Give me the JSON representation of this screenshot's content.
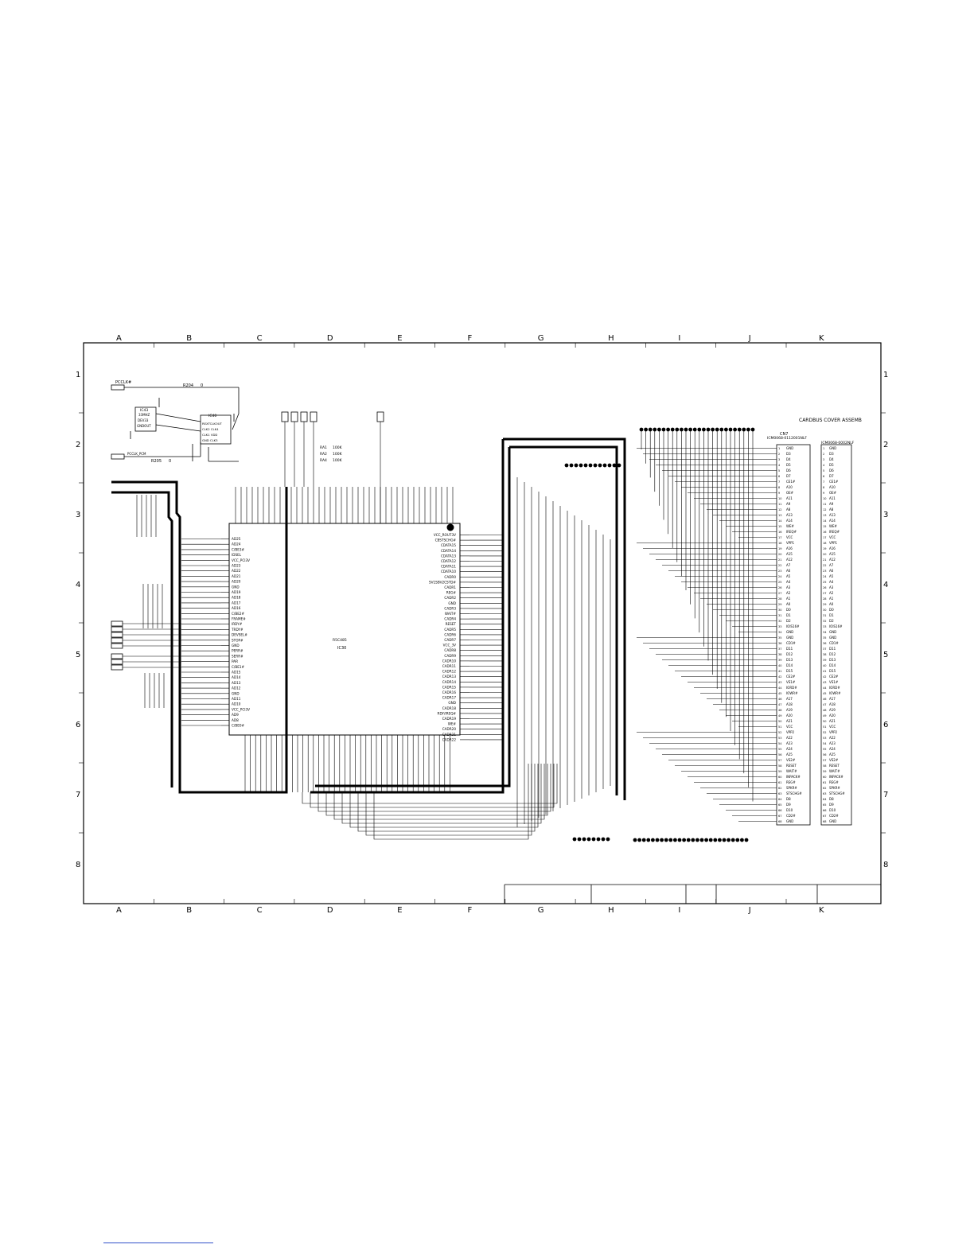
{
  "columns": [
    "A",
    "B",
    "C",
    "D",
    "E",
    "F",
    "G",
    "H",
    "I",
    "J",
    "K"
  ],
  "rows": [
    "1",
    "2",
    "3",
    "4",
    "5",
    "6",
    "7",
    "8"
  ],
  "main_ic": {
    "part": "R5C485",
    "ref": "IC30"
  },
  "clock_ic": {
    "ref": "IC40",
    "pins_left": [
      "REXTCLKOUT",
      "CLK2  CLK4",
      "CLK1  VDD",
      "GND  CLK3"
    ]
  },
  "crystal": {
    "ref": "IC43",
    "label": "33MHZ",
    "pins": [
      "DEV33",
      "GNDOUT"
    ]
  },
  "top_labels": [
    "PCCLK#",
    "R204",
    "0",
    "R205",
    "0",
    "PCCLK_PCM",
    "RA1",
    "RA2",
    "RA4",
    "100K",
    "100K",
    "100K"
  ],
  "left_pins": [
    "AD25",
    "AD24",
    "C/BE3#",
    "IDSEL",
    "VCC_PCI3V",
    "AD23",
    "AD22",
    "AD21",
    "AD20",
    "GND",
    "AD19",
    "AD18",
    "AD17",
    "AD16",
    "C/BE2#",
    "FRAME#",
    "IRDY#",
    "TRDY#",
    "DEVSEL#",
    "STOP#",
    "GND",
    "PERR#",
    "SERR#",
    "PAR",
    "C/BE1#",
    "AD15",
    "AD14",
    "AD13",
    "AD12",
    "GND",
    "AD11",
    "AD10",
    "VCC_PCI3V",
    "AD9",
    "AD8",
    "C/BE0#"
  ],
  "right_pins": [
    "VCC_ROUT3V",
    "CBSTSCHG#",
    "CDATA15",
    "CDATA14",
    "CDATA13",
    "CDATA12",
    "CDATA11",
    "CDATA10",
    "CADR0",
    "SV1SBV2CSTD#",
    "CADR1",
    "REG#",
    "CADR2",
    "GND",
    "CADR3",
    "WAIT#",
    "CADR4",
    "RESET",
    "CADR5",
    "CADR6",
    "CADR7",
    "VCC_3V",
    "CADR8",
    "CADR9",
    "CADR10",
    "CADR11",
    "CADR12",
    "CADR13",
    "CADR14",
    "CADR15",
    "CADR16",
    "CADR17",
    "GND",
    "CADR18",
    "RDY/IREQ#",
    "CADR19",
    "WE#",
    "CADR20",
    "CADR21",
    "CADR22"
  ],
  "connector": {
    "ref": "CN7",
    "title": "CARDBUS COVER ASSEMB",
    "part": "ICM0068-0112001NLF",
    "part2": "ICM0068-0002NLF",
    "pins": [
      "GND",
      "D3",
      "D4",
      "D5",
      "D6",
      "D7",
      "CE1#",
      "A10",
      "OE#",
      "A11",
      "A9",
      "A8",
      "A13",
      "A14",
      "WE#",
      "IREQ#",
      "VCC",
      "VPP1",
      "A16",
      "A15",
      "A12",
      "A7",
      "A6",
      "A5",
      "A4",
      "A3",
      "A2",
      "A1",
      "A0",
      "D0",
      "D1",
      "D2",
      "IOIS16#",
      "GND",
      "GND",
      "CD1#",
      "D11",
      "D12",
      "D13",
      "D14",
      "D15",
      "CE2#",
      "VS1#",
      "IORD#",
      "IOWR#",
      "A17",
      "A18",
      "A19",
      "A20",
      "A21",
      "VCC",
      "VPP2",
      "A22",
      "A23",
      "A24",
      "A25",
      "VS2#",
      "RESET",
      "WAIT#",
      "INPACK#",
      "REG#",
      "SPKR#",
      "STSCHG#",
      "D8",
      "D9",
      "D10",
      "CD2#",
      "GND"
    ]
  },
  "title_block": [
    "",
    "",
    "",
    "",
    ""
  ]
}
